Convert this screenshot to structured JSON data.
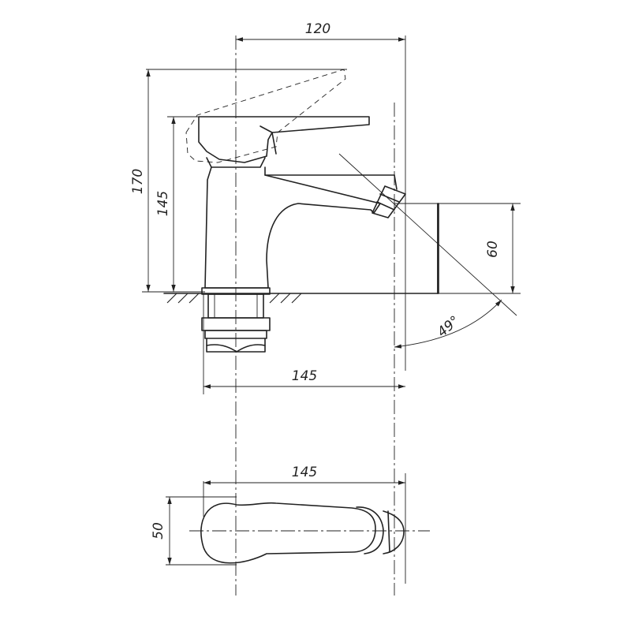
{
  "dimensions": {
    "top_width": "120",
    "total_height": "170",
    "body_height": "145",
    "spout_height": "60",
    "spout_angle": "49°",
    "base_width": "145",
    "plan_width": "145",
    "plan_depth": "50"
  }
}
